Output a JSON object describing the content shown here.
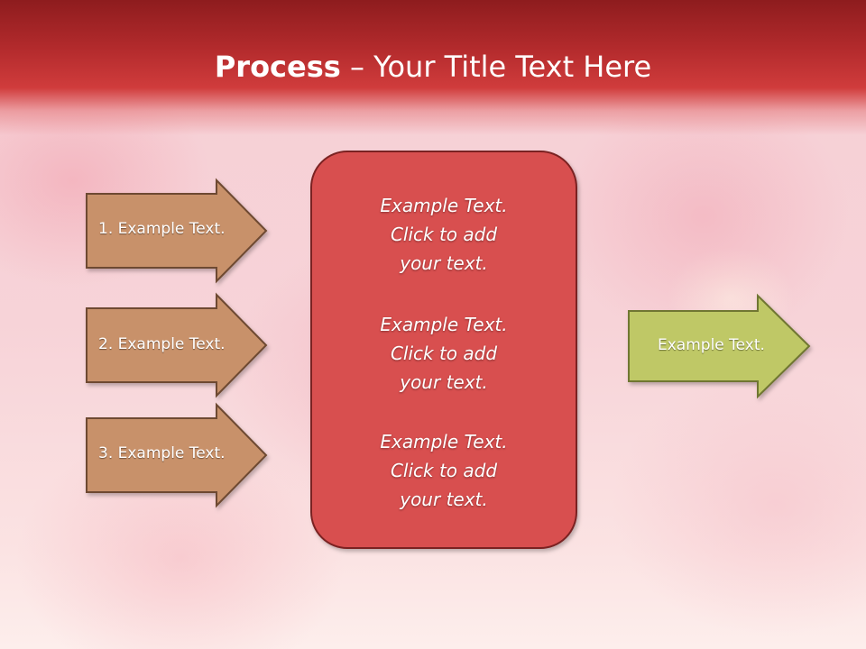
{
  "slide": {
    "title_bold": "Process",
    "title_rest": " – Your Title Text Here"
  },
  "left_arrows": [
    {
      "label": "1. Example Text."
    },
    {
      "label": "2. Example Text."
    },
    {
      "label": "3. Example Text."
    }
  ],
  "center_box": {
    "blocks": [
      {
        "line1": "Example Text.",
        "line2": "Click  to add",
        "line3": "your text."
      },
      {
        "line1": "Example Text.",
        "line2": "Click  to add",
        "line3": "your text."
      },
      {
        "line1": "Example Text.",
        "line2": "Click  to add",
        "line3": "your text."
      }
    ]
  },
  "right_arrow": {
    "label": "Example Text."
  },
  "colors": {
    "header": "#b22a2c",
    "left_arrow_fill": "#c8916a",
    "left_arrow_stroke": "#6e4a30",
    "center_fill": "#d84f4f",
    "center_stroke": "#7a2020",
    "right_arrow_fill": "#bfc866",
    "right_arrow_stroke": "#6f7630"
  }
}
